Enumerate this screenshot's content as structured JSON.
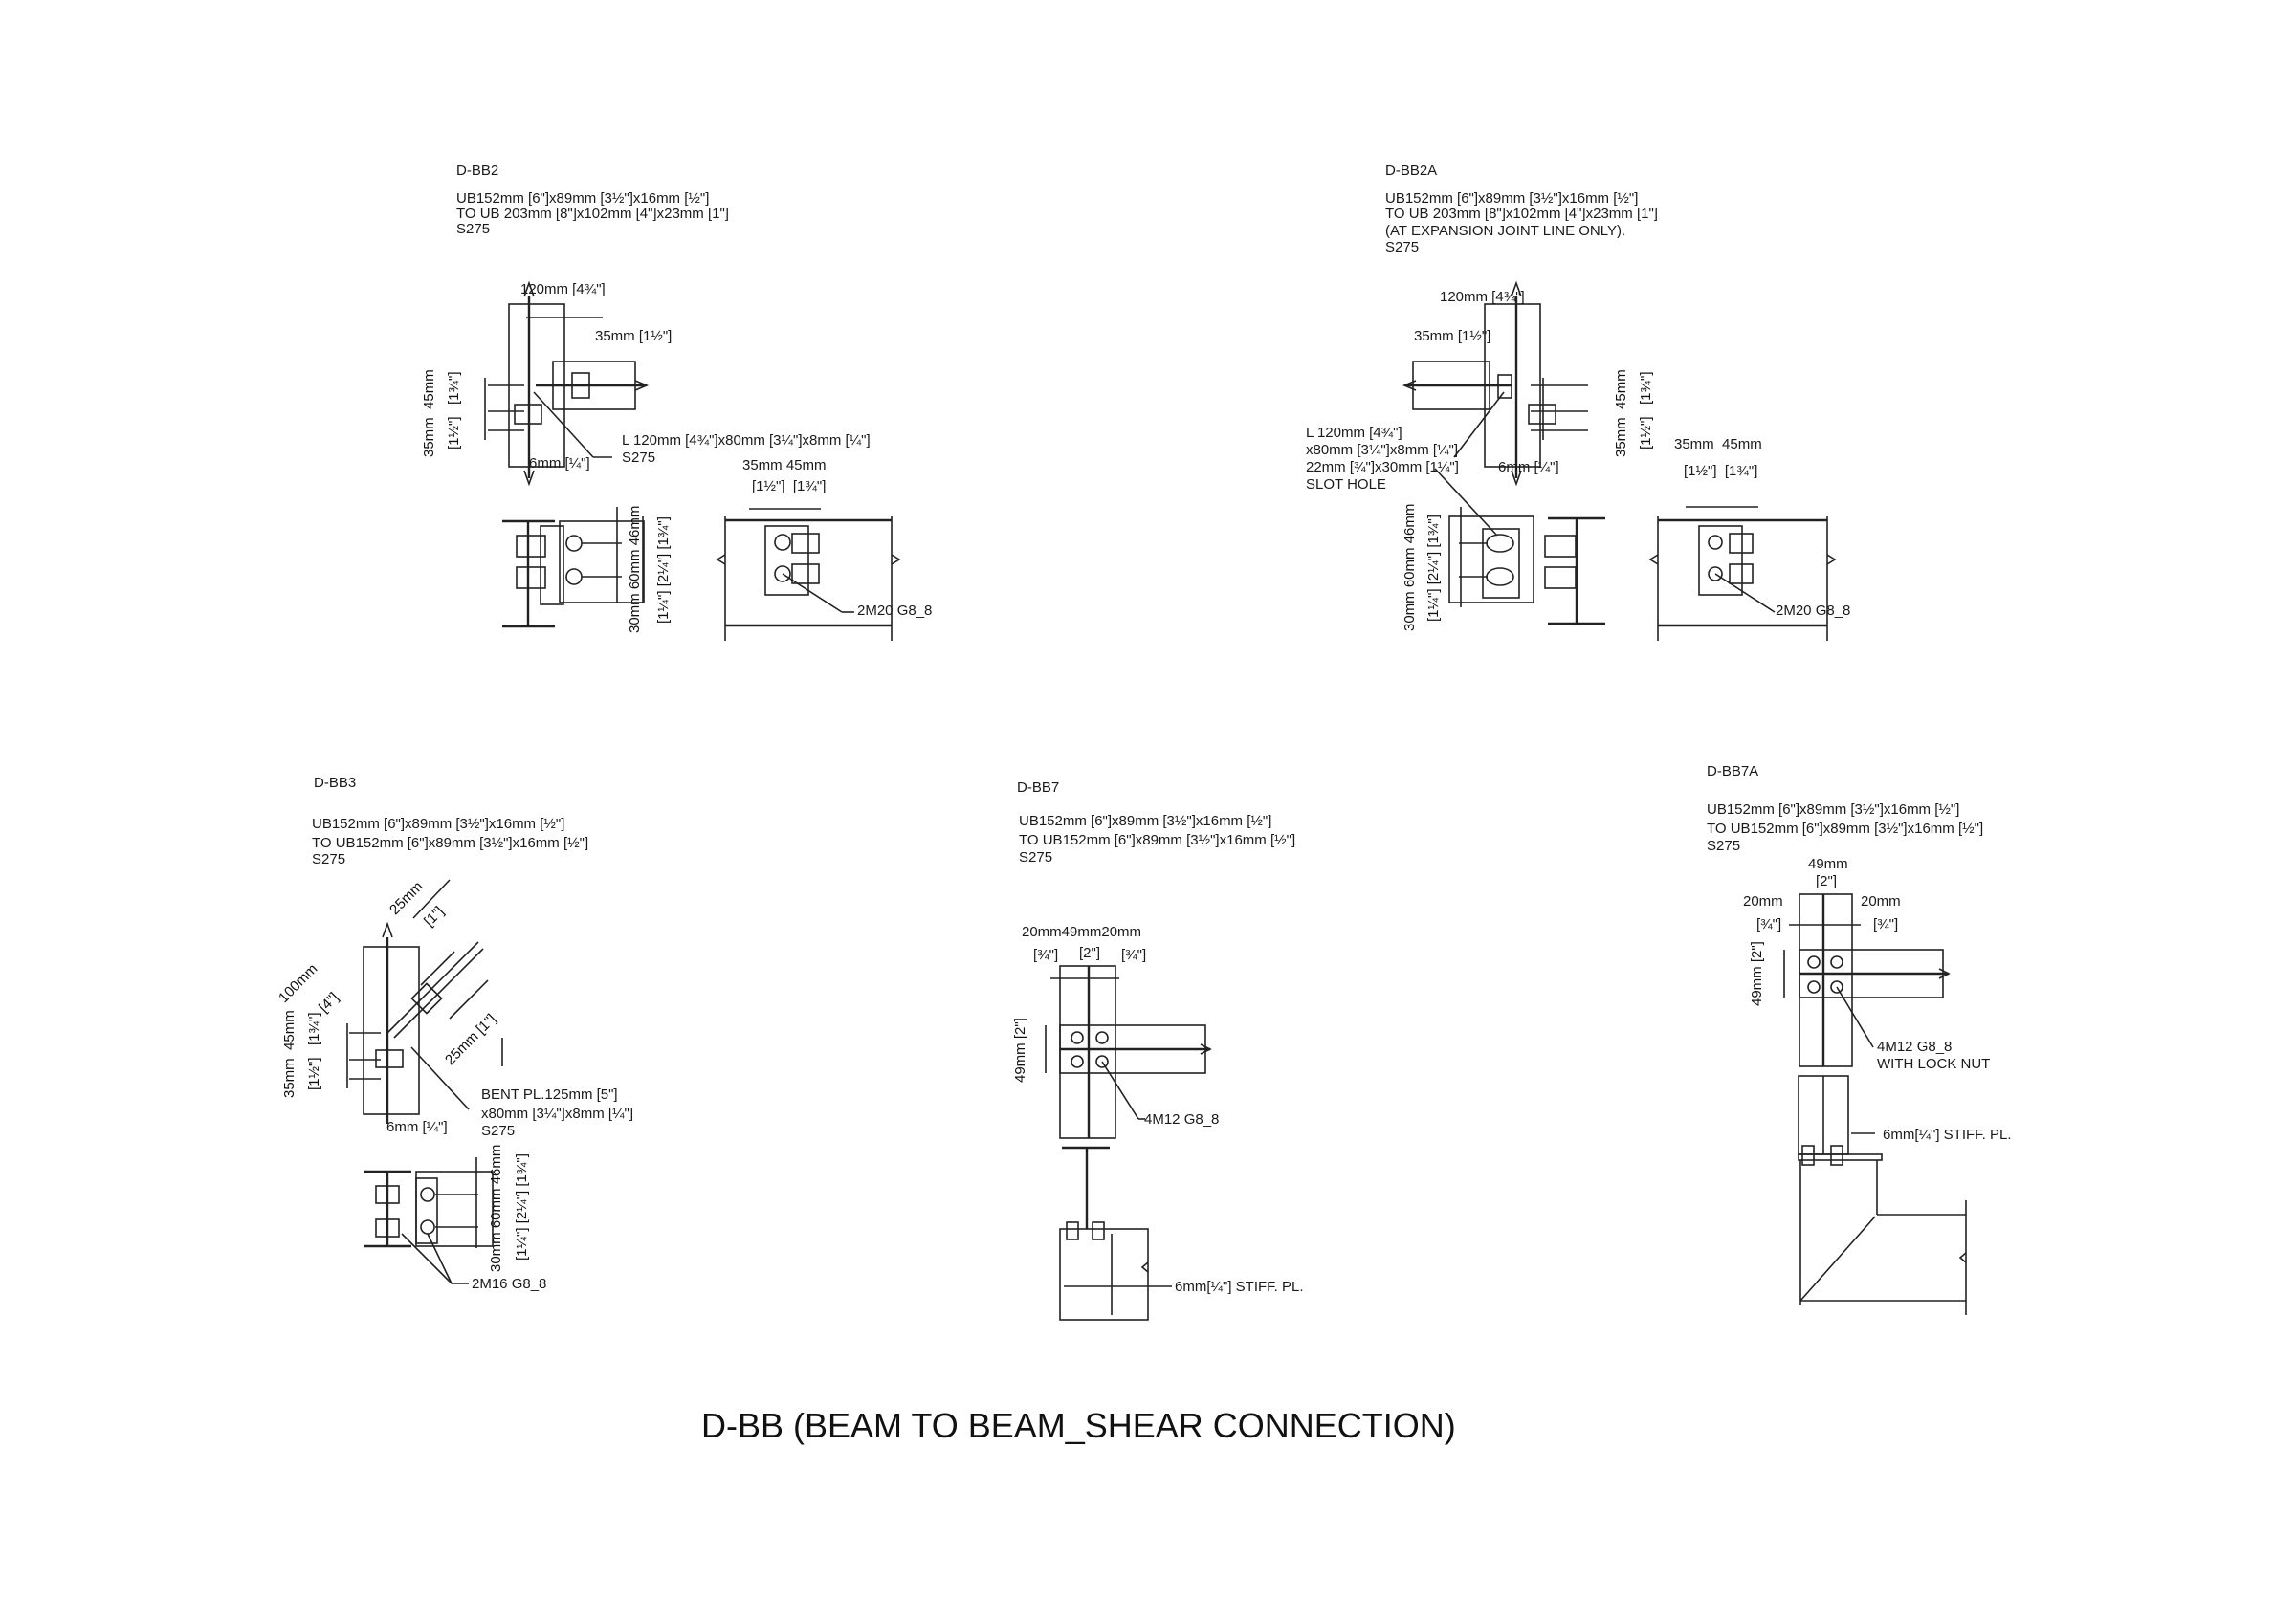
{
  "sheet_title": "D-BB (BEAM TO BEAM_SHEAR CONNECTION)",
  "details": [
    {
      "id": "D-BB2",
      "spec": [
        "UB152mm [6\"]x89mm [3½\"]x16mm [½\"]",
        "TO UB 203mm [8\"]x102mm [4\"]x23mm [1\"]",
        "S275"
      ],
      "dims": {
        "d120": "120mm [4¾\"]",
        "d35": "35mm [1½\"]",
        "v35_45": "35mm  45mm",
        "v_in": "[1½\"]   [1¾\"]",
        "d6": "6mm [¼\"]",
        "angle": [
          "L 120mm [4¾\"]x80mm [3¼\"]x8mm [¼\"]",
          "S275"
        ],
        "top": "35mm 45mm",
        "top_in": "[1½\"]  [1¾\"]",
        "v30_60_46": "30mm 60mm 46mm",
        "v_in2": "[1¼\"] [2¼\"] [1¾\"]",
        "bolts": "2M20 G8_8"
      }
    },
    {
      "id": "D-BB2A",
      "spec": [
        "UB152mm [6\"]x89mm [3½\"]x16mm [½\"]",
        "TO UB 203mm [8\"]x102mm [4\"]x23mm [1\"]",
        "(AT EXPANSION JOINT LINE ONLY).",
        "S275"
      ],
      "dims": {
        "d120": "120mm [4¾\"]",
        "d35": "35mm [1½\"]",
        "v35_45": "35mm  45mm",
        "v_in": "[1½\"]   [1¾\"]",
        "d6": "6mm [¼\"]",
        "angle": [
          "L 120mm [4¾\"]",
          "x80mm [3¼\"]x8mm [¼\"]",
          "22mm [¾\"]x30mm [1¼\"]",
          "SLOT HOLE"
        ],
        "top": "35mm  45mm",
        "top_in": "[1½\"]  [1¾\"]",
        "v30_60_46": "30mm 60mm 46mm",
        "v_in2": "[1¼\"] [2¼\"] [1¾\"]",
        "bolts": "2M20 G8_8"
      }
    },
    {
      "id": "D-BB3",
      "spec": [
        "UB152mm [6\"]x89mm [3½\"]x16mm [½\"]",
        "TO UB152mm [6\"]x89mm [3½\"]x16mm [½\"]",
        "S275"
      ],
      "dims": {
        "d25a": "25mm",
        "d25a_in": "[1\"]",
        "d100": "100mm",
        "d100_in": "[4\"]",
        "d25b": "25mm [1\"]",
        "v35_45": "35mm  45mm",
        "v_in": "[1½\"]   [1¾\"]",
        "d6": "6mm [¼\"]",
        "plate": [
          "BENT PL.125mm [5\"]",
          "x80mm [3¼\"]x8mm [¼\"]",
          "S275"
        ],
        "v30_60_46": "30mm 60mm 46mm",
        "v_in2": "[1¼\"] [2¼\"] [1¾\"]",
        "bolts": "2M16 G8_8"
      }
    },
    {
      "id": "D-BB7",
      "spec": [
        "UB152mm [6\"]x89mm [3½\"]x16mm [½\"]",
        "TO UB152mm [6\"]x89mm [3½\"]x16mm [½\"]",
        "S275"
      ],
      "dims": {
        "top": "20mm49mm20mm",
        "top_in_l": "[¾\"]",
        "top_in_m": "[2\"]",
        "top_in_r": "[¾\"]",
        "v49": "49mm [2\"]",
        "bolts": "4M12 G8_8",
        "stiff": "6mm[¼\"] STIFF. PL."
      }
    },
    {
      "id": "D-BB7A",
      "spec": [
        "UB152mm [6\"]x89mm [3½\"]x16mm [½\"]",
        "TO UB152mm [6\"]x89mm [3½\"]x16mm [½\"]",
        "S275"
      ],
      "dims": {
        "d49": "49mm",
        "d49_in": "[2\"]",
        "d20l": "20mm",
        "d20r": "20mm",
        "in_l": "[¾\"]",
        "in_r": "[¾\"]",
        "v49": "49mm [2\"]",
        "bolts": [
          "4M12 G8_8",
          "WITH LOCK NUT"
        ],
        "stiff": "6mm[¼\"] STIFF. PL."
      }
    }
  ]
}
